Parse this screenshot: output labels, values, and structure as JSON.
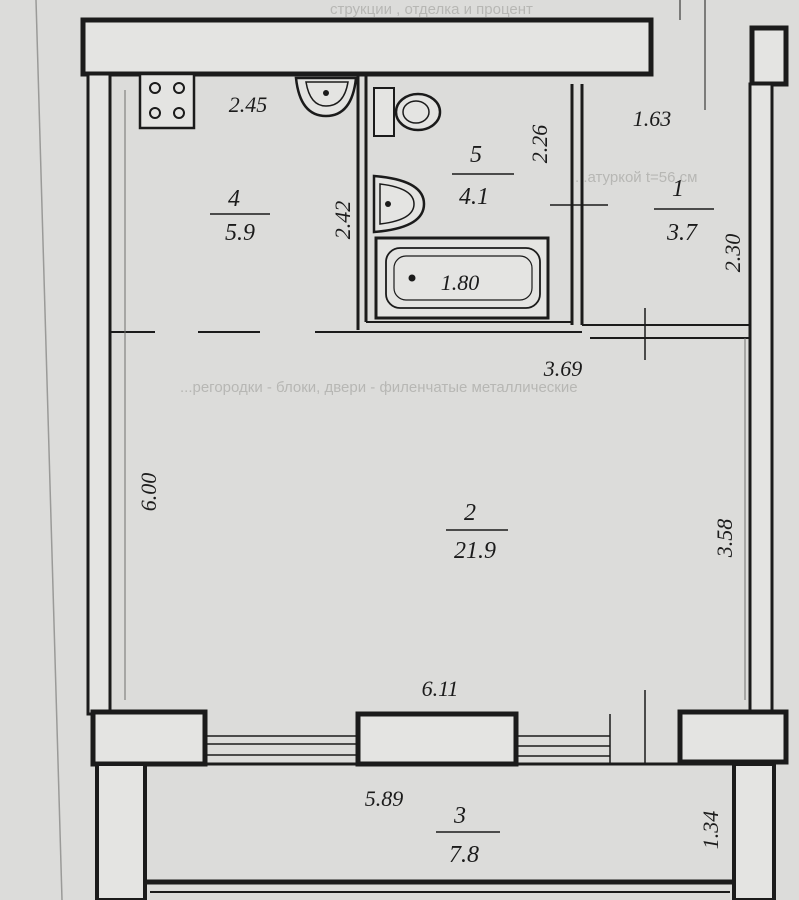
{
  "rooms": [
    {
      "number": "1",
      "area": "3.7"
    },
    {
      "number": "2",
      "area": "21.9"
    },
    {
      "number": "3",
      "area": "7.8"
    },
    {
      "number": "4",
      "area": "5.9"
    },
    {
      "number": "5",
      "area": "4.1"
    }
  ],
  "dimensions": {
    "kitchen_width": "2.45",
    "kitchen_depth": "2.42",
    "bath_height": "2.26",
    "bathtub_length": "1.80",
    "hall_width": "1.63",
    "hall_depth": "2.30",
    "room_inner_width": "3.69",
    "room_total_depth": "6.00",
    "room_depth": "3.58",
    "room_width": "6.11",
    "balcony_width": "5.89",
    "balcony_depth": "1.34"
  },
  "background_text": {
    "line_1": "струкции , отделка и процент",
    "line_2": "...атуркой t=56 см",
    "line_3": "...регородки - блоки, двери - филенчатые металлические"
  },
  "colors": {
    "paper": "#dcdcda",
    "ink": "#1b1b1b",
    "wall_fill": "#e4e4e2"
  }
}
